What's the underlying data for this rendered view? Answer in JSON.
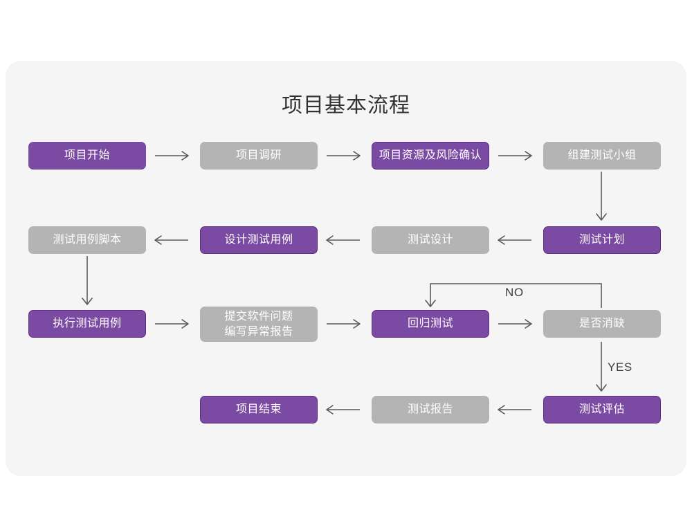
{
  "chart_data": {
    "type": "diagram",
    "title": "项目基本流程",
    "diagram_kind": "flowchart",
    "legend": [],
    "colors": {
      "canvas": "#FFFFFF",
      "card": "#F5F5F5",
      "purple": "#7B4BA3",
      "purple_border": "#5E2E86",
      "gray": "#B4B4B4",
      "node_text": "#FFFFFF",
      "title_text": "#333333",
      "connector": "#585858"
    },
    "nodes": [
      {
        "id": "n1",
        "label": "项目开始",
        "style": "purple",
        "row": 1,
        "col": 1
      },
      {
        "id": "n2",
        "label": "项目调研",
        "style": "gray",
        "row": 1,
        "col": 2
      },
      {
        "id": "n3",
        "label": "项目资源及风险确认",
        "style": "purple-outline",
        "row": 1,
        "col": 3
      },
      {
        "id": "n4",
        "label": "组建测试小组",
        "style": "gray",
        "row": 1,
        "col": 4
      },
      {
        "id": "n5",
        "label": "测试用例脚本",
        "style": "gray",
        "row": 2,
        "col": 1
      },
      {
        "id": "n6",
        "label": "设计测试用例",
        "style": "purple-outline",
        "row": 2,
        "col": 2
      },
      {
        "id": "n7",
        "label": "测试设计",
        "style": "gray",
        "row": 2,
        "col": 3
      },
      {
        "id": "n8",
        "label": "测试计划",
        "style": "purple-outline",
        "row": 2,
        "col": 4
      },
      {
        "id": "n9",
        "label": "执行测试用例",
        "style": "purple-outline",
        "row": 3,
        "col": 1
      },
      {
        "id": "n10",
        "label": "提交软件问题\n编写异常报告",
        "style": "gray",
        "row": 3,
        "col": 2
      },
      {
        "id": "n11",
        "label": "回归测试",
        "style": "purple-outline",
        "row": 3,
        "col": 3
      },
      {
        "id": "n12",
        "label": "是否消缺",
        "style": "gray",
        "row": 3,
        "col": 4
      },
      {
        "id": "n13",
        "label": "项目结束",
        "style": "purple-outline",
        "row": 4,
        "col": 2
      },
      {
        "id": "n14",
        "label": "测试报告",
        "style": "gray",
        "row": 4,
        "col": 3
      },
      {
        "id": "n15",
        "label": "测试评估",
        "style": "purple-outline",
        "row": 4,
        "col": 4
      }
    ],
    "edges": [
      {
        "from": "n1",
        "to": "n2",
        "label": "",
        "direction": "right"
      },
      {
        "from": "n2",
        "to": "n3",
        "label": "",
        "direction": "right"
      },
      {
        "from": "n3",
        "to": "n4",
        "label": "",
        "direction": "right"
      },
      {
        "from": "n4",
        "to": "n8",
        "label": "",
        "direction": "down"
      },
      {
        "from": "n8",
        "to": "n7",
        "label": "",
        "direction": "left"
      },
      {
        "from": "n7",
        "to": "n6",
        "label": "",
        "direction": "left"
      },
      {
        "from": "n6",
        "to": "n5",
        "label": "",
        "direction": "left"
      },
      {
        "from": "n5",
        "to": "n9",
        "label": "",
        "direction": "down"
      },
      {
        "from": "n9",
        "to": "n10",
        "label": "",
        "direction": "right"
      },
      {
        "from": "n10",
        "to": "n11",
        "label": "",
        "direction": "right"
      },
      {
        "from": "n11",
        "to": "n12",
        "label": "",
        "direction": "right"
      },
      {
        "from": "n12",
        "to": "n11",
        "label": "NO",
        "direction": "loop-up-left-down"
      },
      {
        "from": "n12",
        "to": "n15",
        "label": "YES",
        "direction": "down"
      },
      {
        "from": "n15",
        "to": "n14",
        "label": "",
        "direction": "left"
      },
      {
        "from": "n14",
        "to": "n13",
        "label": "",
        "direction": "left"
      }
    ],
    "edge_labels": {
      "no": "NO",
      "yes": "YES"
    }
  }
}
